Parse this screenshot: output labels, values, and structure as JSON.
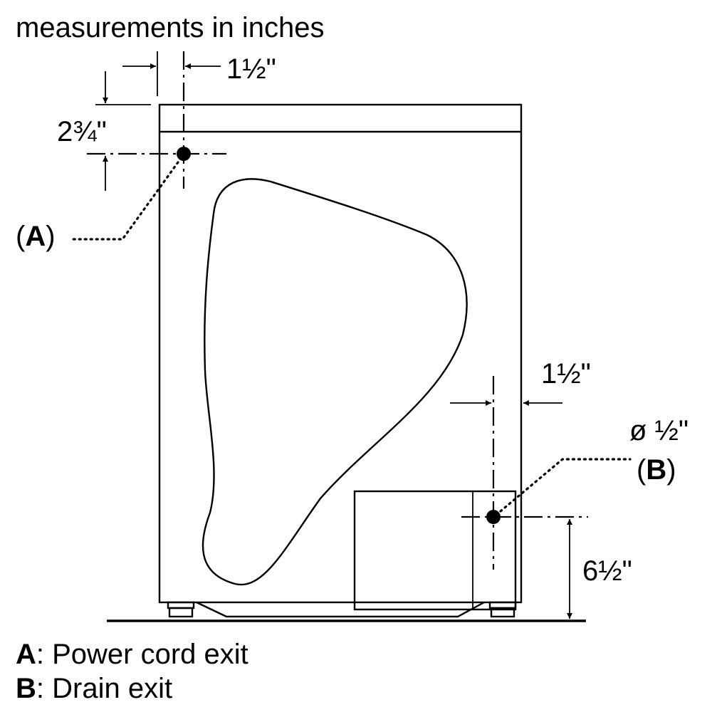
{
  "diagram": {
    "header": "measurements in inches",
    "dimensions": {
      "top_offset_side": "1½\"",
      "top_offset_down": "2¾\"",
      "drain_offset_side": "1½\"",
      "drain_height": "6½\"",
      "drain_diameter": "ø ½\""
    },
    "callouts": {
      "a": {
        "letter": "A",
        "open": "(",
        "close": ")"
      },
      "b": {
        "letter": "B",
        "open": "(",
        "close": ")"
      }
    },
    "legend": [
      {
        "key": "A",
        "text": ": Power cord exit"
      },
      {
        "key": "B",
        "text": ": Drain exit"
      }
    ]
  }
}
